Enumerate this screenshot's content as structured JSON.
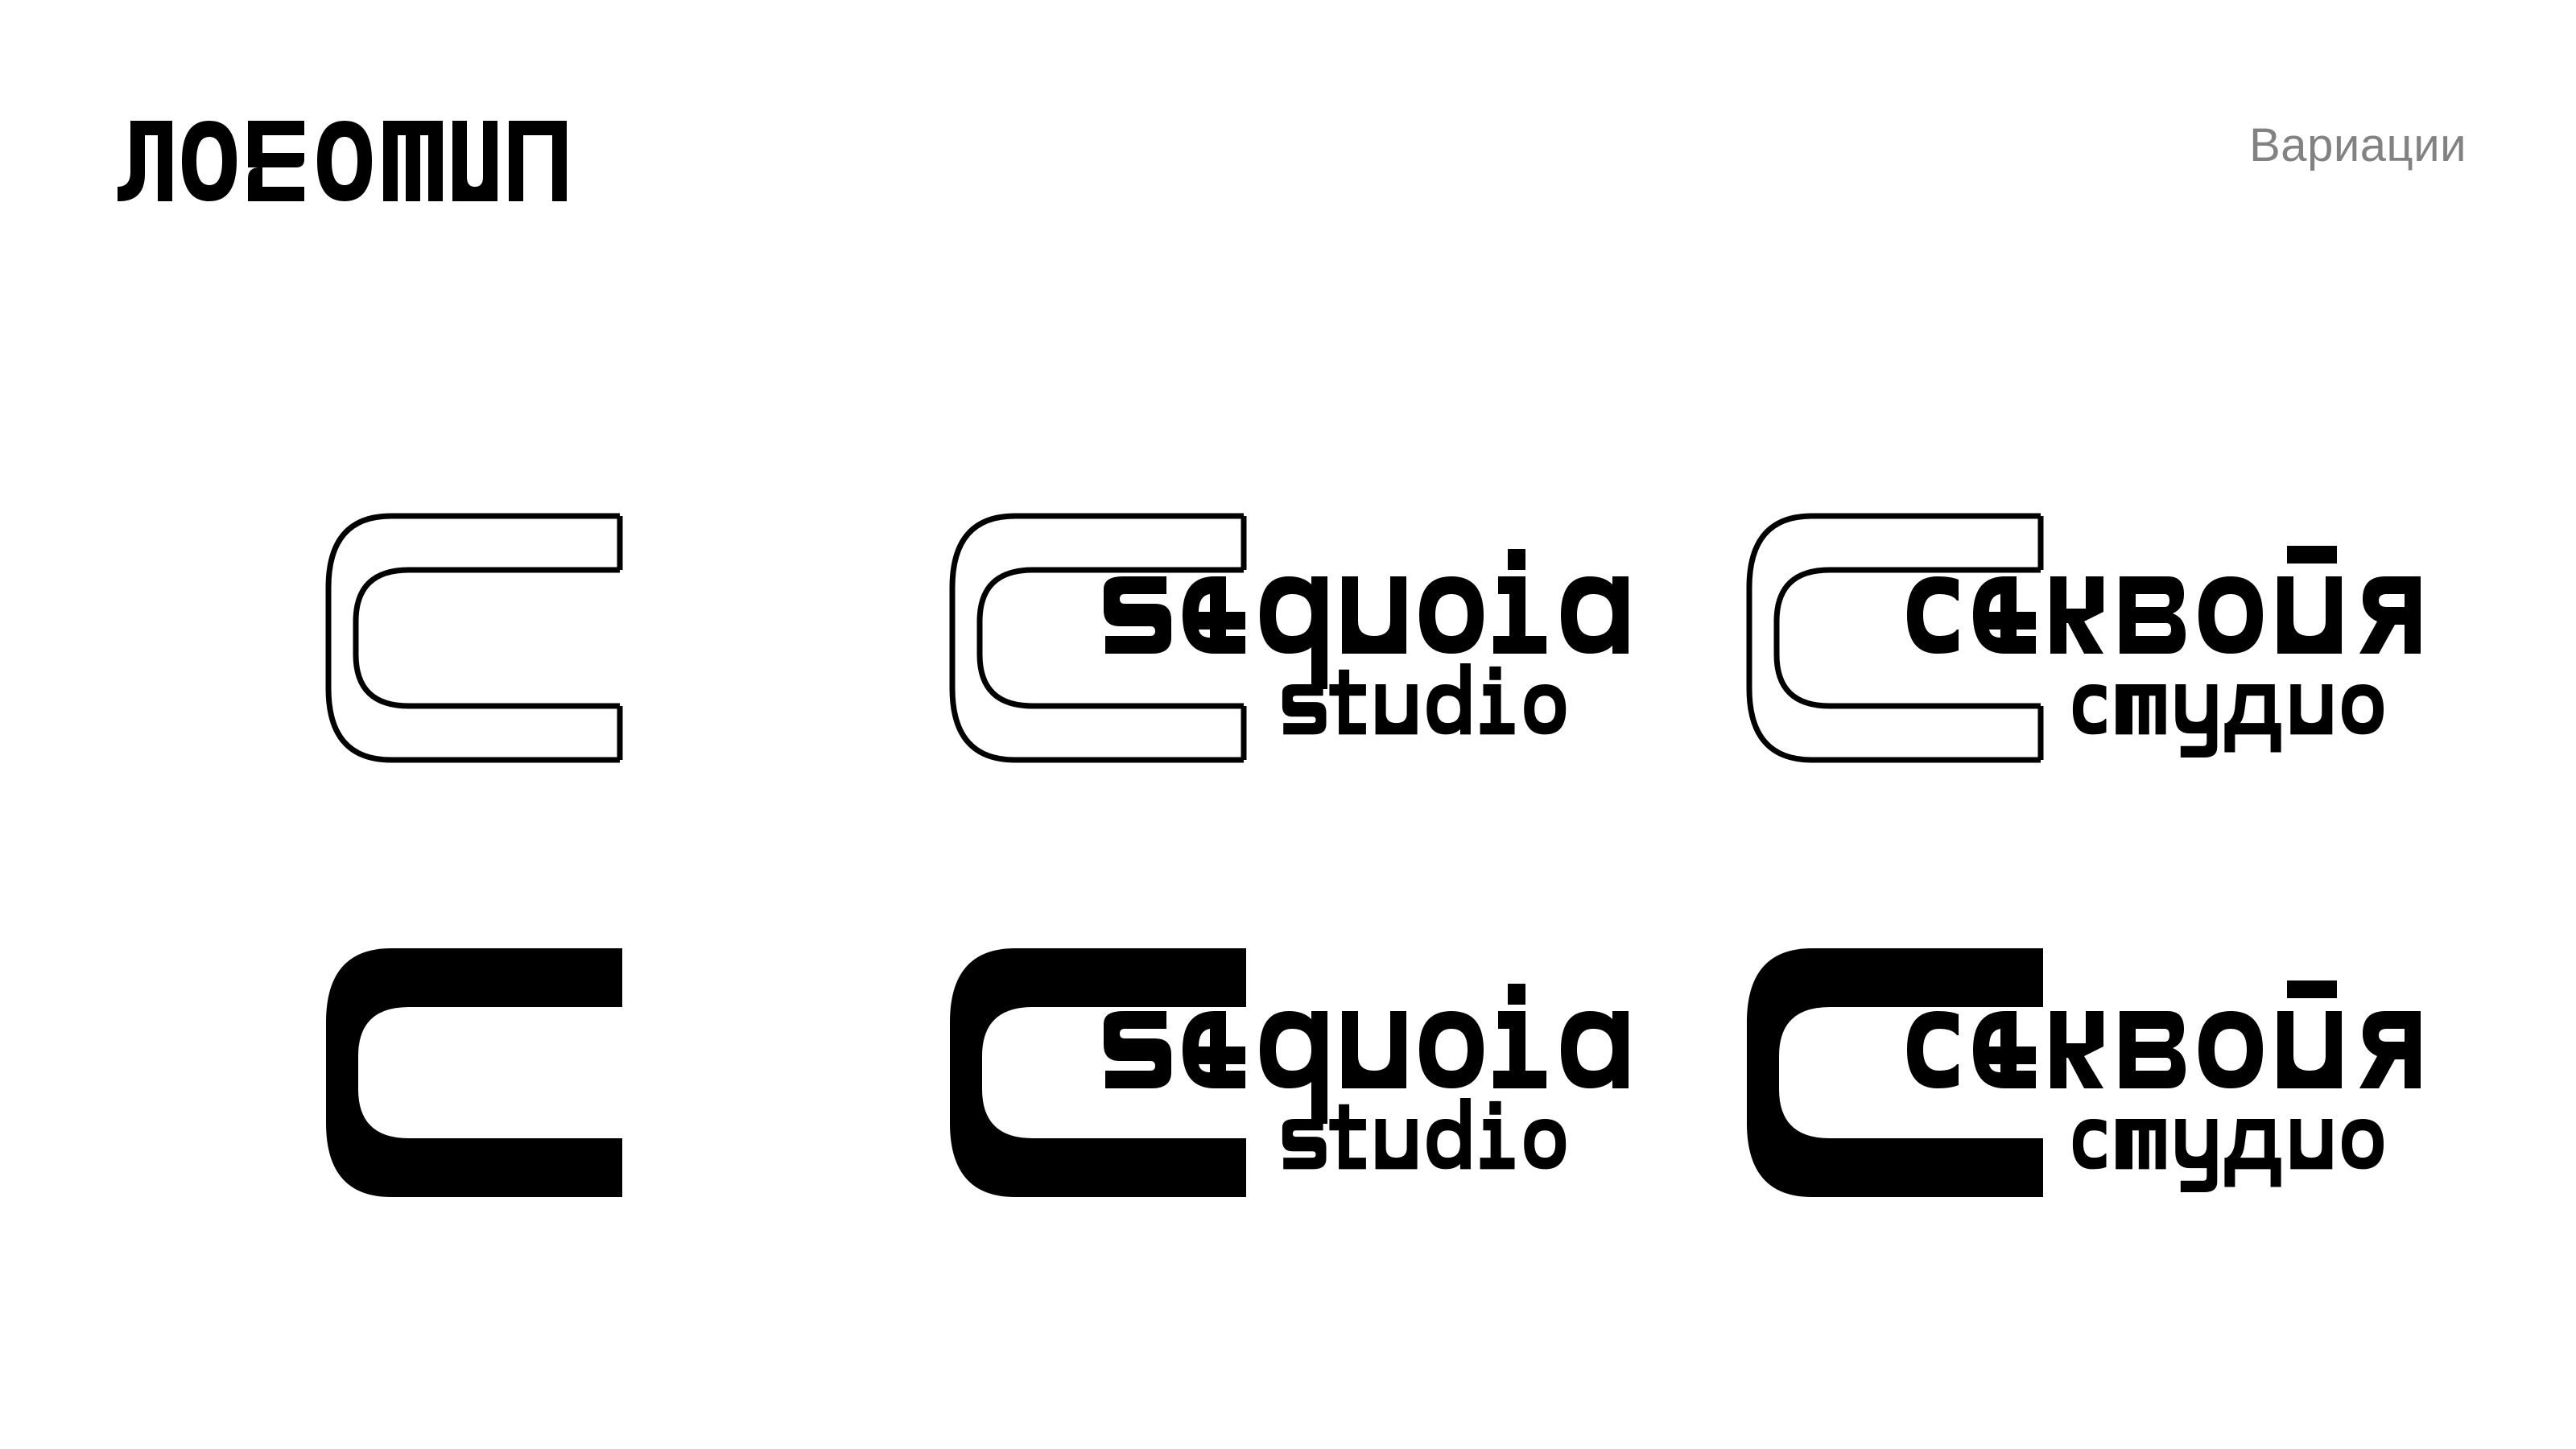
{
  "page": {
    "background_color": "#ffffff",
    "foreground_color": "#000000",
    "muted_color": "#828282"
  },
  "header": {
    "title": "логотип",
    "subtitle": "Вариации"
  },
  "brand": {
    "mark_name": "double-c-sequoia-mark",
    "latin": {
      "primary": "sequoia",
      "secondary": "studio"
    },
    "cyrillic": {
      "primary": "секвойя",
      "secondary": "студио"
    }
  },
  "variants": [
    {
      "id": "mark-outline",
      "label": "mark-outline",
      "style": "outline",
      "has_wordmark": false,
      "primary": "",
      "secondary": ""
    },
    {
      "id": "latin-outline",
      "label": "latin-lockup-outline",
      "style": "outline",
      "has_wordmark": true,
      "primary": "sequoia",
      "secondary": "studio"
    },
    {
      "id": "cyrillic-outline",
      "label": "cyrillic-lockup-outline",
      "style": "outline",
      "has_wordmark": true,
      "primary": "секвойя",
      "secondary": "студио"
    },
    {
      "id": "mark-solid",
      "label": "mark-solid",
      "style": "solid",
      "has_wordmark": false,
      "primary": "",
      "secondary": ""
    },
    {
      "id": "latin-solid",
      "label": "latin-lockup-solid",
      "style": "solid",
      "has_wordmark": true,
      "primary": "sequoia",
      "secondary": "studio"
    },
    {
      "id": "cyrillic-solid",
      "label": "cyrillic-lockup-solid",
      "style": "solid",
      "has_wordmark": true,
      "primary": "секвойя",
      "secondary": "студио"
    }
  ]
}
